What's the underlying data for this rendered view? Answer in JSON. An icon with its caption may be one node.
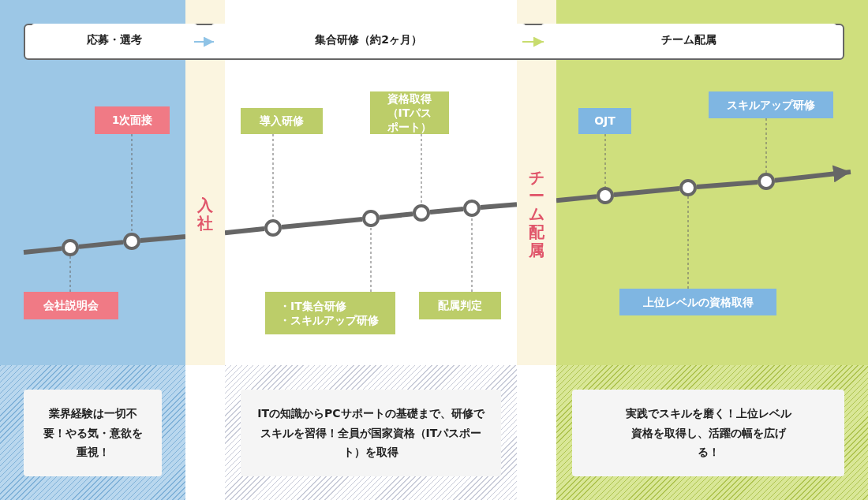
{
  "diagram": {
    "nodes": [
      {
        "text": [],
        "shape": "box"
      },
      {
        "text": [
          "応募・選考"
        ],
        "in": 0
      },
      {
        "text": [
          "集合研修（約2ヶ月）"
        ],
        "in": 0
      },
      {
        "text": [
          "チーム配属"
        ],
        "in": 0
      },
      {
        "text": [
          "入社"
        ]
      },
      {
        "text": [
          "チーム配属"
        ]
      },
      {
        "text": [
          "1次面接"
        ]
      },
      {
        "text": [
          "会社説明会"
        ]
      },
      {
        "text": [
          "導入研修"
        ]
      },
      {
        "text": [
          "資格取得（ITパスポート）"
        ]
      },
      {
        "text": [
          "・IT集合研修",
          "・スキルアップ研修"
        ]
      },
      {
        "text": [
          "配属判定"
        ]
      },
      {
        "text": [
          "OJT"
        ]
      },
      {
        "text": [
          "スキルアップ研修"
        ]
      },
      {
        "text": [
          "上位レベルの資格取得"
        ]
      },
      {
        "text": [],
        "shape": "circle"
      },
      {
        "text": [],
        "shape": "circle"
      },
      {
        "text": [],
        "shape": "circle"
      },
      {
        "text": [],
        "shape": "circle"
      },
      {
        "text": [],
        "shape": "circle"
      },
      {
        "text": [],
        "shape": "circle"
      },
      {
        "text": [],
        "shape": "circle"
      },
      {
        "text": [],
        "shape": "circle"
      },
      {
        "text": [],
        "shape": "circle"
      },
      {
        "text": [
          "業界経験は一切不要！やる気・意欲を重視！"
        ]
      },
      {
        "text": [
          "ITの知識からPCサポートの基礎まで、研修でスキルを習得！全員が国家資格（ITパスポート）を取得"
        ]
      },
      {
        "text": [
          "実践でスキルを磨く！上位レベル資格を取得し、活躍の幅を広げる！"
        ]
      }
    ],
    "edges": [
      {
        "from": 1,
        "to": 2,
        "arrow": "to",
        "color": "#8fc3e6"
      },
      {
        "from": 2,
        "to": 3,
        "arrow": "to",
        "color": "#c8dc6e"
      },
      {
        "from": null,
        "to": 15,
        "arrow": "none"
      },
      {
        "from": 15,
        "to": 16,
        "arrow": "none"
      },
      {
        "from": 16,
        "to": 4,
        "arrow": "none"
      },
      {
        "from": 4,
        "to": 17,
        "arrow": "none"
      },
      {
        "from": 17,
        "to": 18,
        "arrow": "none"
      },
      {
        "from": 18,
        "to": 19,
        "arrow": "none"
      },
      {
        "from": 19,
        "to": 20,
        "arrow": "none"
      },
      {
        "from": 20,
        "to": 5,
        "arrow": "none"
      },
      {
        "from": 5,
        "to": 21,
        "arrow": "none"
      },
      {
        "from": 21,
        "to": 22,
        "arrow": "none"
      },
      {
        "from": 22,
        "to": 23,
        "arrow": "none"
      },
      {
        "from": 23,
        "to": null,
        "arrow": "to"
      },
      {
        "from": 7,
        "to": 15,
        "arrow": "none",
        "style": "dashed"
      },
      {
        "from": 6,
        "to": 16,
        "arrow": "none",
        "style": "dashed"
      },
      {
        "from": 8,
        "to": 17,
        "arrow": "none",
        "style": "dashed"
      },
      {
        "from": 10,
        "to": 18,
        "arrow": "none",
        "style": "dashed"
      },
      {
        "from": 9,
        "to": 19,
        "arrow": "none",
        "style": "dashed"
      },
      {
        "from": 11,
        "to": 20,
        "arrow": "none",
        "style": "dashed"
      },
      {
        "from": 12,
        "to": 21,
        "arrow": "none",
        "style": "dashed"
      },
      {
        "from": 14,
        "to": 22,
        "arrow": "none",
        "style": "dashed"
      },
      {
        "from": 13,
        "to": 23,
        "arrow": "none",
        "style": "dashed"
      }
    ]
  }
}
